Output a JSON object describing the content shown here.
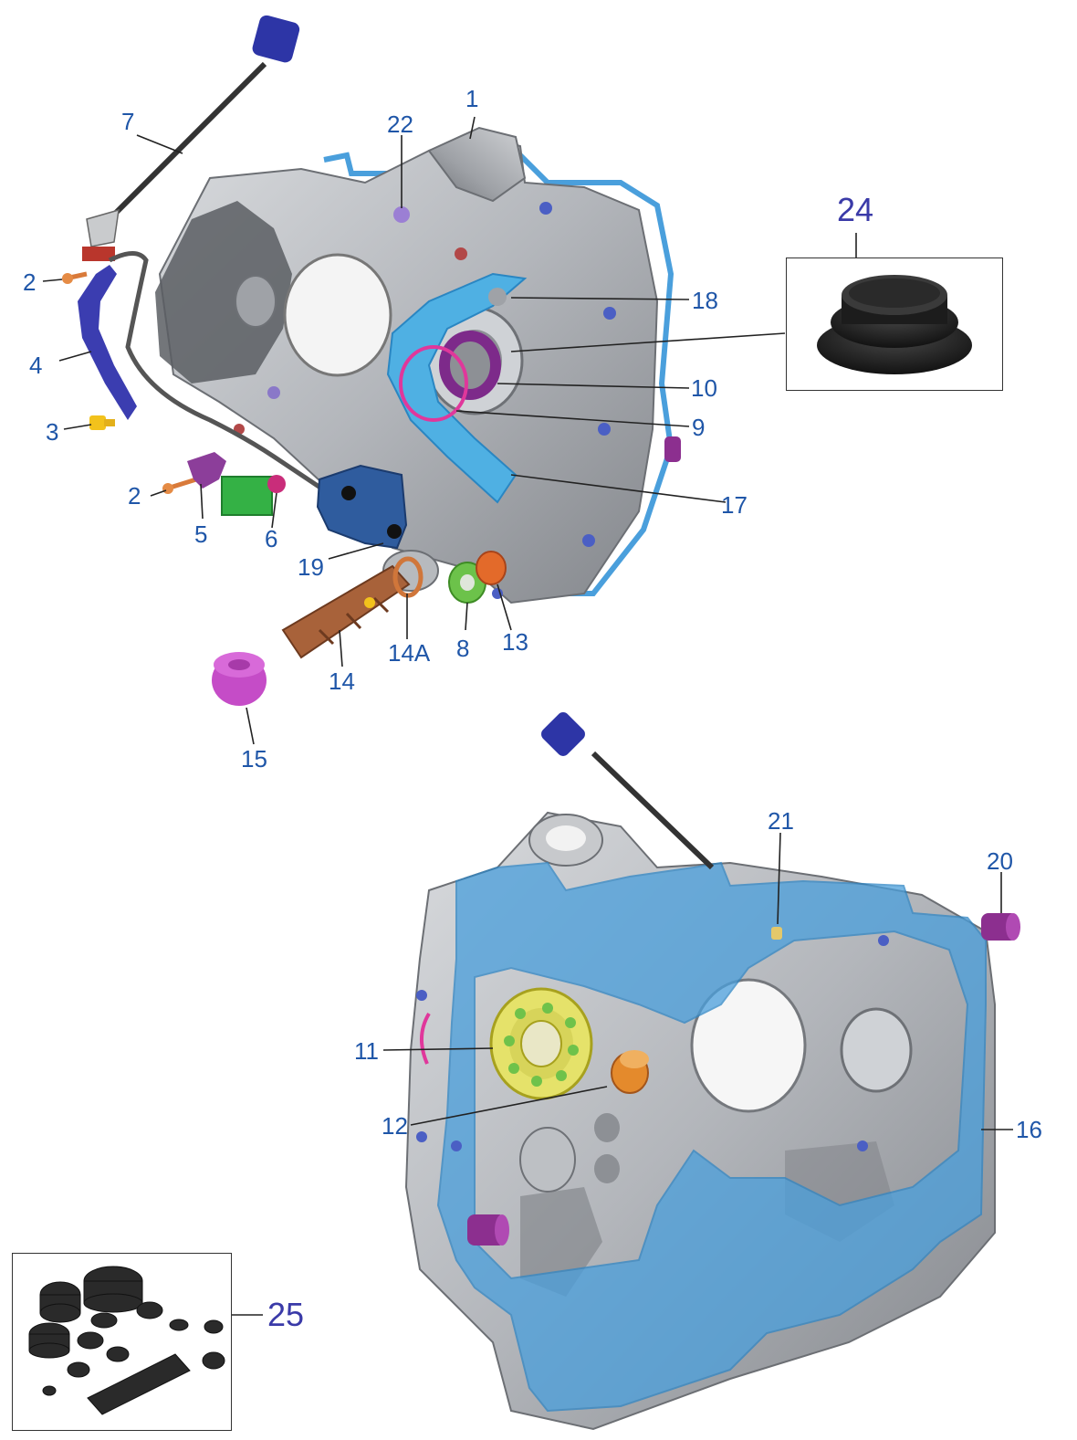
{
  "diagram": {
    "callouts": {
      "c1": "1",
      "c2a": "2",
      "c2b": "2",
      "c3": "3",
      "c4": "4",
      "c5": "5",
      "c6": "6",
      "c7": "7",
      "c8": "8",
      "c9": "9",
      "c10": "10",
      "c11": "11",
      "c12": "12",
      "c13": "13",
      "c14": "14",
      "c14a": "14A",
      "c15": "15",
      "c16": "16",
      "c17": "17",
      "c18": "18",
      "c19": "19",
      "c20": "20",
      "c21": "21",
      "c22": "22",
      "c24": "24",
      "c25": "25"
    },
    "colors": {
      "callout": "#1f56a8",
      "callout_large": "#3a3aa8",
      "gasket": "#4a9fdc",
      "casing": "#a9acb1",
      "bolt": "#4b5fc4"
    }
  }
}
